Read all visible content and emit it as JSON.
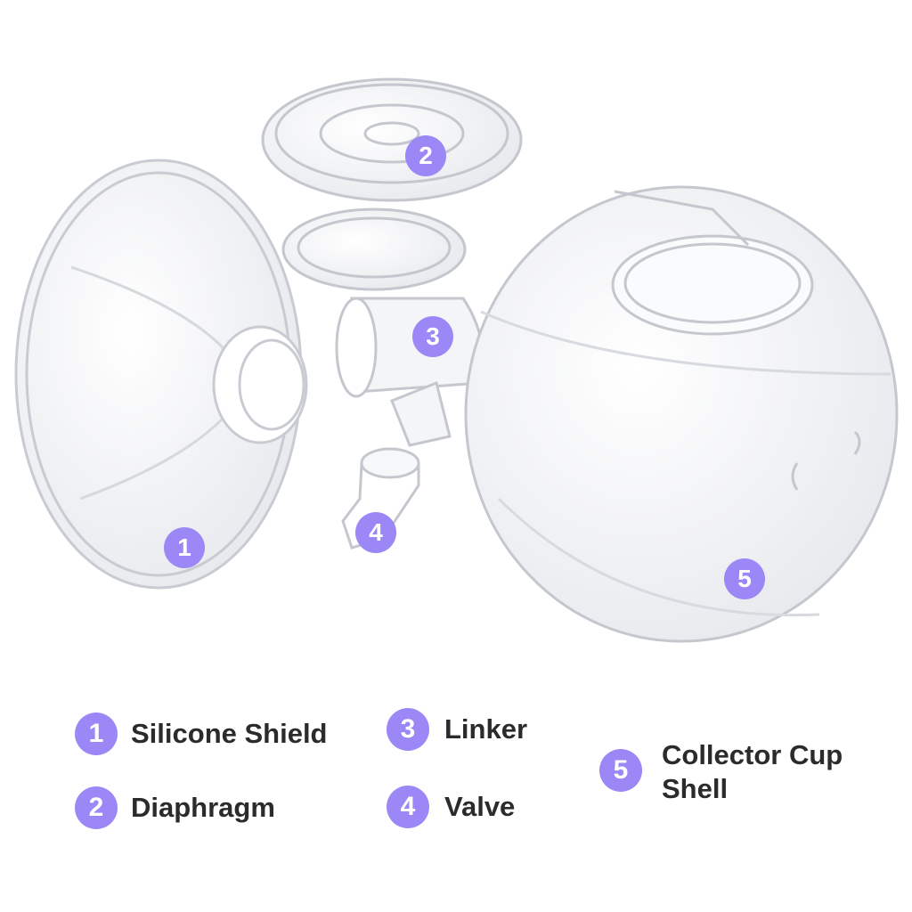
{
  "colors": {
    "badge": "#9b87f5",
    "text": "#2b2b2b"
  },
  "parts": [
    {
      "number": "1",
      "name": "Silicone Shield"
    },
    {
      "number": "2",
      "name": "Diaphragm"
    },
    {
      "number": "3",
      "name": "Linker"
    },
    {
      "number": "4",
      "name": "Valve"
    },
    {
      "number": "5",
      "name": "Collector Cup Shell",
      "line1": "Collector Cup",
      "line2": "Shell"
    }
  ]
}
